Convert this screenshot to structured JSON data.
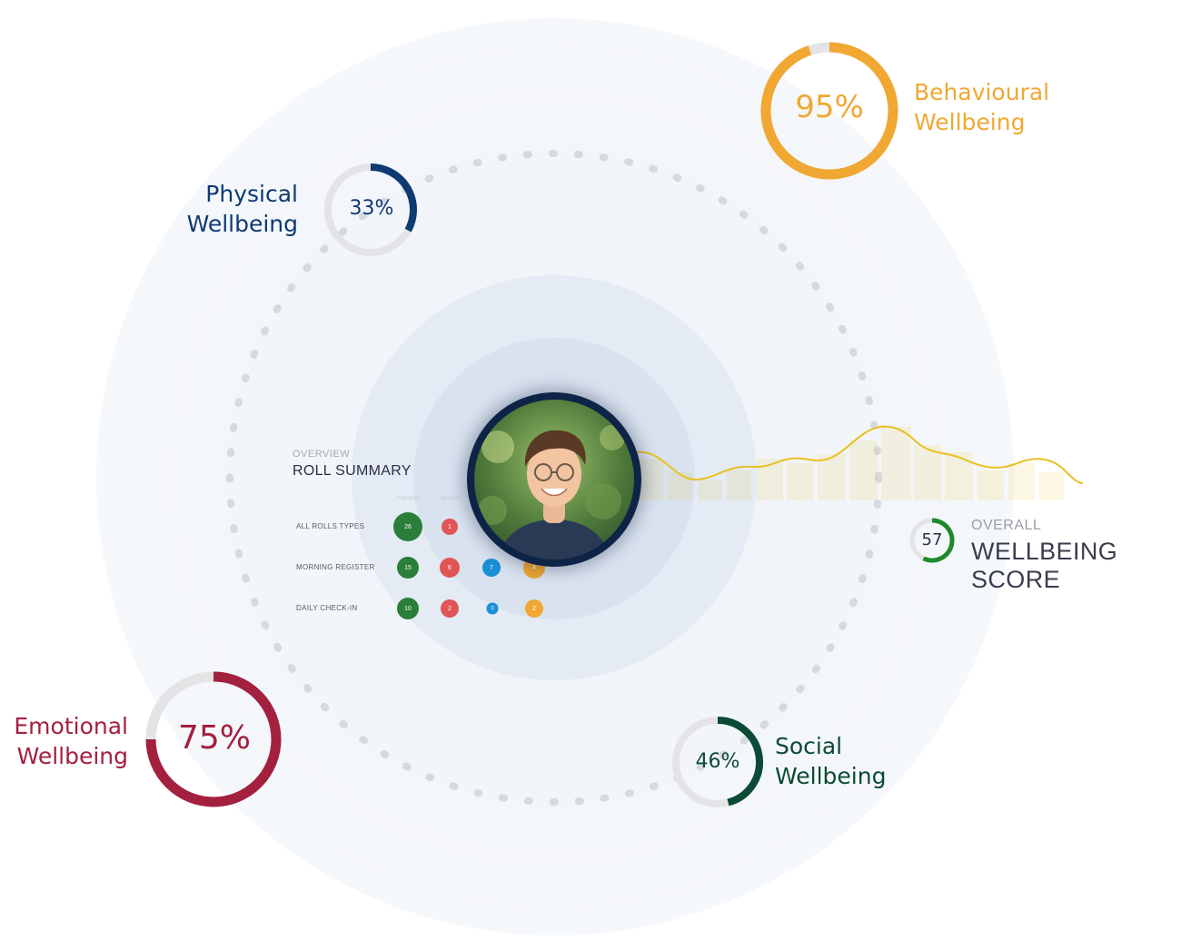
{
  "colors": {
    "behavioural": "#f0a832",
    "physical": "#0f3a72",
    "emotional": "#a3203f",
    "social": "#0b4a34",
    "overall": "#1e8a2c",
    "track": "#e4e4e6",
    "wave": "#e8c021"
  },
  "metrics": [
    {
      "id": "behavioural",
      "value_label": "95%",
      "value": 95,
      "label_line1": "Behavioural",
      "label_line2": "Wellbeing"
    },
    {
      "id": "physical",
      "value_label": "33%",
      "value": 33,
      "label_line1": "Physical",
      "label_line2": "Wellbeing"
    },
    {
      "id": "emotional",
      "value_label": "75%",
      "value": 75,
      "label_line1": "Emotional",
      "label_line2": "Wellbeing"
    },
    {
      "id": "social",
      "value_label": "46%",
      "value": 46,
      "label_line1": "Social",
      "label_line2": "Wellbeing"
    }
  ],
  "overall": {
    "value_label": "57",
    "value": 57,
    "label": "OVERALL",
    "title": "WELLBEING SCORE"
  },
  "roll": {
    "overview": "OVERVIEW",
    "title": "ROLL SUMMARY",
    "columns": [
      "PRESENT",
      "ABSENT"
    ],
    "rows": [
      {
        "label": "ALL ROLLS TYPES",
        "values": [
          "26",
          "1",
          "",
          ""
        ]
      },
      {
        "label": "MORNING REGISTER",
        "values": [
          "15",
          "6",
          "7",
          "4"
        ]
      },
      {
        "label": "DAILY CHECK-IN",
        "values": [
          "10",
          "2",
          "0",
          "2"
        ]
      }
    ],
    "dot_colors": [
      "#2b7d3a",
      "#e05555",
      "#1a8fd6",
      "#f0a832"
    ]
  },
  "avatar": {
    "icon": "student-portrait"
  }
}
